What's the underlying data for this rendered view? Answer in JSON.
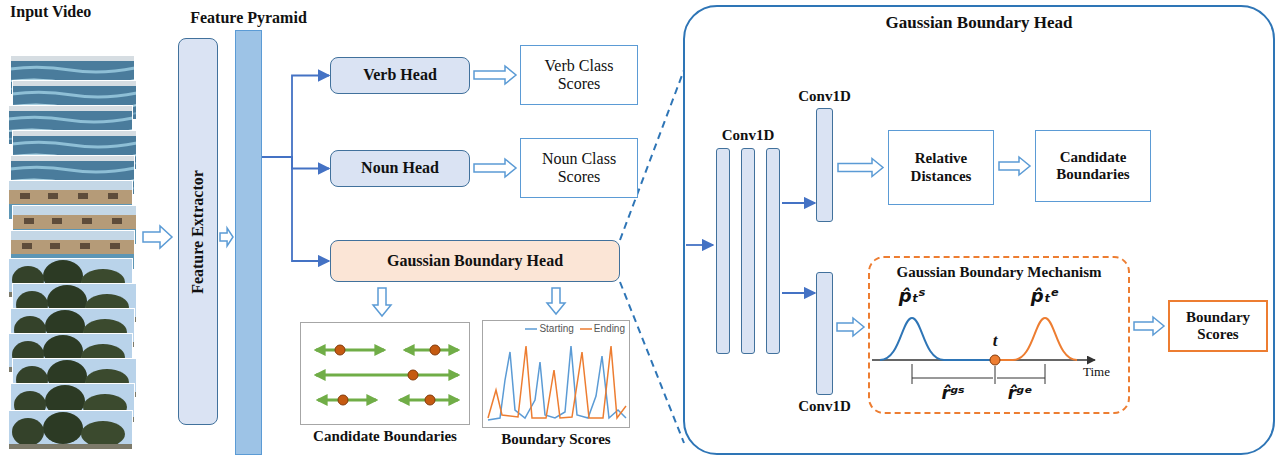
{
  "diagram": {
    "nodes": [
      {
        "text": [
          "Feature Extractor"
        ]
      },
      {
        "text": [
          "Feature Pyramid"
        ]
      },
      {
        "text": [
          "Verb Head"
        ]
      },
      {
        "text": [
          "Verb Class Scores"
        ]
      },
      {
        "text": [
          "Noun Head"
        ]
      },
      {
        "text": [
          "Noun Class Scores"
        ]
      },
      {
        "text": [
          "Gaussian Boundary Head"
        ]
      },
      {
        "text": [
          "Candidate Boundaries"
        ]
      },
      {
        "text": [
          "Boundary Scores"
        ]
      },
      {
        "text": [
          "Gaussian Boundary Head"
        ]
      },
      {
        "text": [
          "Conv1D"
        ],
        "in": 9
      },
      {
        "text": [
          "Conv1D"
        ],
        "in": 9
      },
      {
        "text": [
          "Relative Distances"
        ],
        "in": 9
      },
      {
        "text": [
          "Candidate Boundaries"
        ],
        "in": 9
      },
      {
        "text": [
          "Conv1D"
        ],
        "in": 9
      },
      {
        "text": [
          "Gaussian Boundary Mechanism"
        ],
        "in": 9
      },
      {
        "text": [
          "Boundary Scores"
        ],
        "in": 9
      }
    ],
    "edges": [
      {
        "from": 0,
        "to": 1,
        "arrow": "to"
      },
      {
        "from": 1,
        "to": 2,
        "arrow": "to"
      },
      {
        "from": 1,
        "to": 4,
        "arrow": "to"
      },
      {
        "from": 1,
        "to": 6,
        "arrow": "to"
      },
      {
        "from": 2,
        "to": 3,
        "arrow": "to"
      },
      {
        "from": 4,
        "to": 5,
        "arrow": "to"
      },
      {
        "from": 6,
        "to": 7,
        "arrow": "to"
      },
      {
        "from": 6,
        "to": 8,
        "arrow": "to"
      },
      {
        "from": 6,
        "to": 9,
        "arrow": "none"
      },
      {
        "from": 6,
        "to": 9,
        "arrow": "none"
      },
      {
        "from": 9,
        "to": 10,
        "arrow": "to"
      },
      {
        "from": 10,
        "to": 11,
        "arrow": "to"
      },
      {
        "from": 10,
        "to": 14,
        "arrow": "to"
      },
      {
        "from": 11,
        "to": 12,
        "arrow": "to"
      },
      {
        "from": 12,
        "to": 13,
        "arrow": "to"
      },
      {
        "from": 14,
        "to": 15,
        "arrow": "to"
      },
      {
        "from": 15,
        "to": 16,
        "arrow": "to"
      }
    ],
    "labels": [
      "Input Video",
      "p̂ₜˢ",
      "p̂ₜᵉ",
      "t",
      "r̂ᵍˢ",
      "r̂ᵍᵉ",
      "Time"
    ],
    "legend": [
      {
        "text": "Starting"
      },
      {
        "text": "Ending"
      }
    ]
  }
}
